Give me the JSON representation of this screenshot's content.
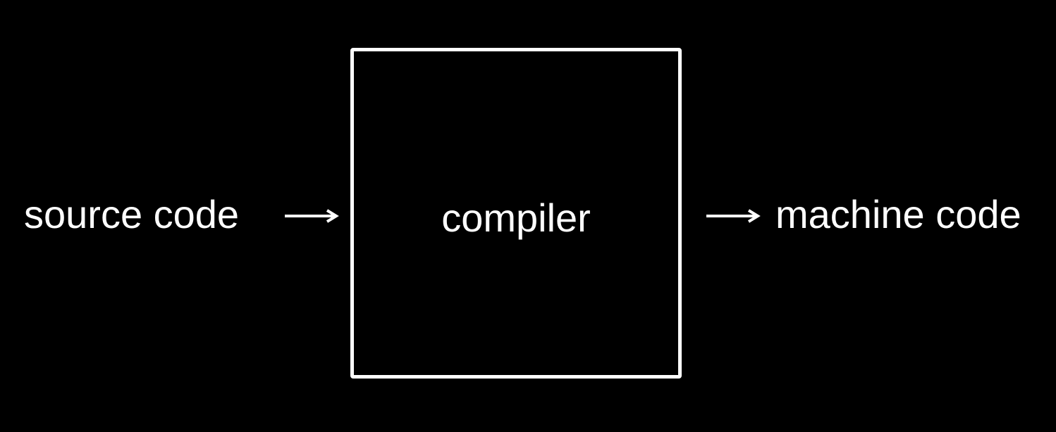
{
  "diagram": {
    "input_label": "source code",
    "process_label": "compiler",
    "output_label": "machine code",
    "colors": {
      "background": "#000000",
      "foreground": "#ffffff"
    }
  }
}
